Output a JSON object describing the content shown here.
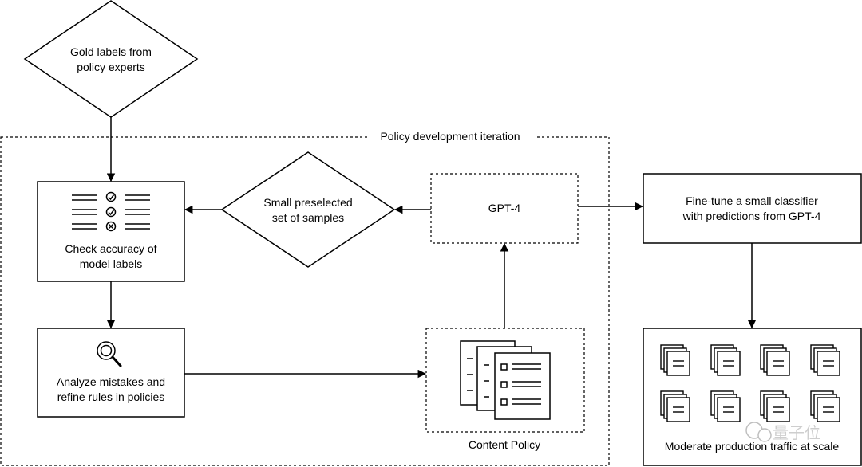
{
  "diagram": {
    "gold_labels": {
      "line1": "Gold labels from",
      "line2": "policy experts"
    },
    "iteration_group": {
      "title": "Policy development iteration"
    },
    "check_accuracy": {
      "line1": "Check accuracy of",
      "line2": "model labels"
    },
    "small_samples": {
      "line1": "Small preselected",
      "line2": "set of samples"
    },
    "gpt4": {
      "label": "GPT-4"
    },
    "analyze": {
      "line1": "Analyze mistakes and",
      "line2": "refine rules in policies"
    },
    "content_policy": {
      "label": "Content Policy"
    },
    "fine_tune": {
      "line1": "Fine-tune a small classifier",
      "line2": "with predictions from GPT-4"
    },
    "moderate": {
      "label": "Moderate production traffic at scale"
    },
    "watermark": {
      "text": "量子位"
    }
  }
}
